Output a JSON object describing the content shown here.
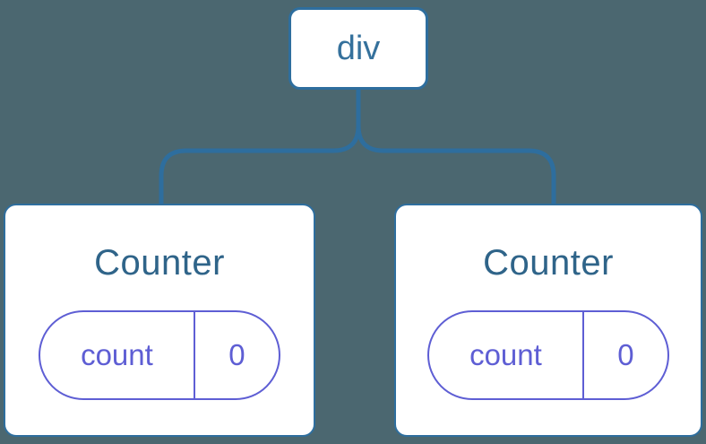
{
  "colors": {
    "background": "#4B6770",
    "line": "#2E6E9E",
    "node_text": "#35719C",
    "title_text": "#2F6489",
    "state": "#5E5ED4",
    "card_bg": "#FFFFFF"
  },
  "tree": {
    "root": {
      "label": "div"
    },
    "children": [
      {
        "title": "Counter",
        "state": {
          "key": "count",
          "value": "0"
        }
      },
      {
        "title": "Counter",
        "state": {
          "key": "count",
          "value": "0"
        }
      }
    ]
  }
}
